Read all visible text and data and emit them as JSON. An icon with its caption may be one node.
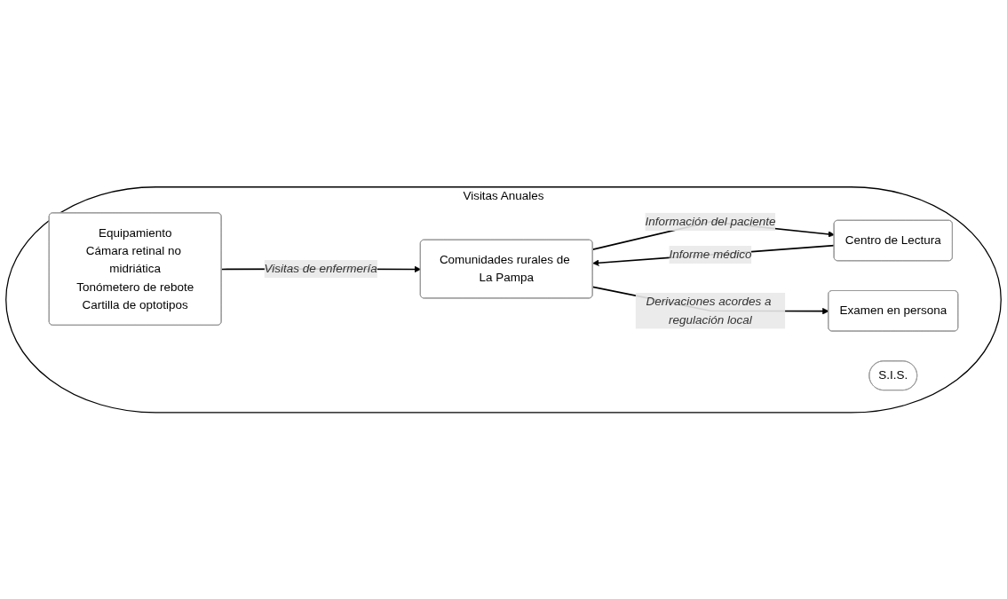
{
  "diagram": {
    "nodes": [
      {
        "text": [
          "Visitas Anuales"
        ]
      },
      {
        "text": [
          "Equipamiento",
          "Cámara retinal no midriática",
          "Tonómetero de rebote",
          "Cartilla de optotipos"
        ],
        "in": 0
      },
      {
        "text": [
          "Comunidades rurales de La Pampa"
        ],
        "in": 0
      },
      {
        "text": [
          "S.I.S."
        ],
        "in": 0
      },
      {
        "text": [
          "Centro de Lectura"
        ],
        "in": 0
      },
      {
        "text": [
          "Examen en persona"
        ],
        "in": 0
      }
    ],
    "edges": [
      {
        "from": 1,
        "to": 2,
        "arrow": "to",
        "label": "Visitas de enfermería"
      },
      {
        "from": 2,
        "to": 4,
        "arrow": "to",
        "label": "Información del paciente"
      },
      {
        "from": 4,
        "to": 2,
        "arrow": "to",
        "label": "Informe médico"
      },
      {
        "from": 2,
        "to": 5,
        "arrow": "to",
        "label": "Derivaciones acordes a regulación local"
      }
    ]
  }
}
